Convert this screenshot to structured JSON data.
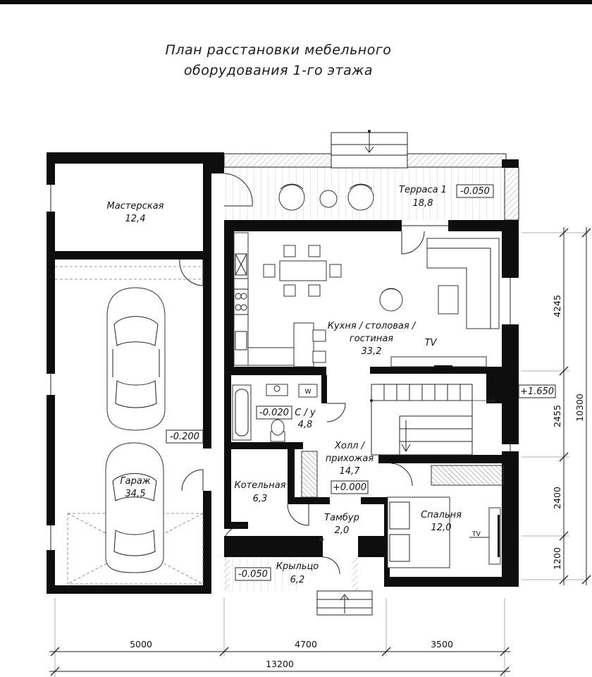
{
  "title": {
    "line1": "План расстановки мебельного",
    "line2": "оборудования 1-го этажа"
  },
  "rooms": [
    {
      "name": "Мастерская",
      "area": "12,4"
    },
    {
      "name": "Терраса 1",
      "area": "18,8"
    },
    {
      "name": "Кухня / столовая /",
      "name2": "гостиная",
      "area": "33,2"
    },
    {
      "name": "С / у",
      "area": "4,8"
    },
    {
      "name": "Холл /",
      "name2": "прихожая",
      "area": "14,7"
    },
    {
      "name": "Гараж",
      "area": "34,5"
    },
    {
      "name": "Котельная",
      "area": "6,3"
    },
    {
      "name": "Тамбур",
      "area": "2,0"
    },
    {
      "name": "Спальня",
      "area": "12,0"
    },
    {
      "name": "Крыльцо",
      "area": "6,2"
    }
  ],
  "levels": {
    "terrace": "-0.050",
    "wc": "-0.020",
    "garage": "-0.200",
    "hall": "+0.000",
    "porch": "-0.050",
    "stair_landing": "+1.650"
  },
  "labels": {
    "tv_kitchen": "TV",
    "tv_bedroom": "TV",
    "washer": "W"
  },
  "dimensions": {
    "bottom": [
      "5000",
      "4700",
      "3500"
    ],
    "bottom_total": "13200",
    "right": [
      "4245",
      "2455",
      "2400",
      "1200"
    ],
    "right_total": "10300"
  }
}
